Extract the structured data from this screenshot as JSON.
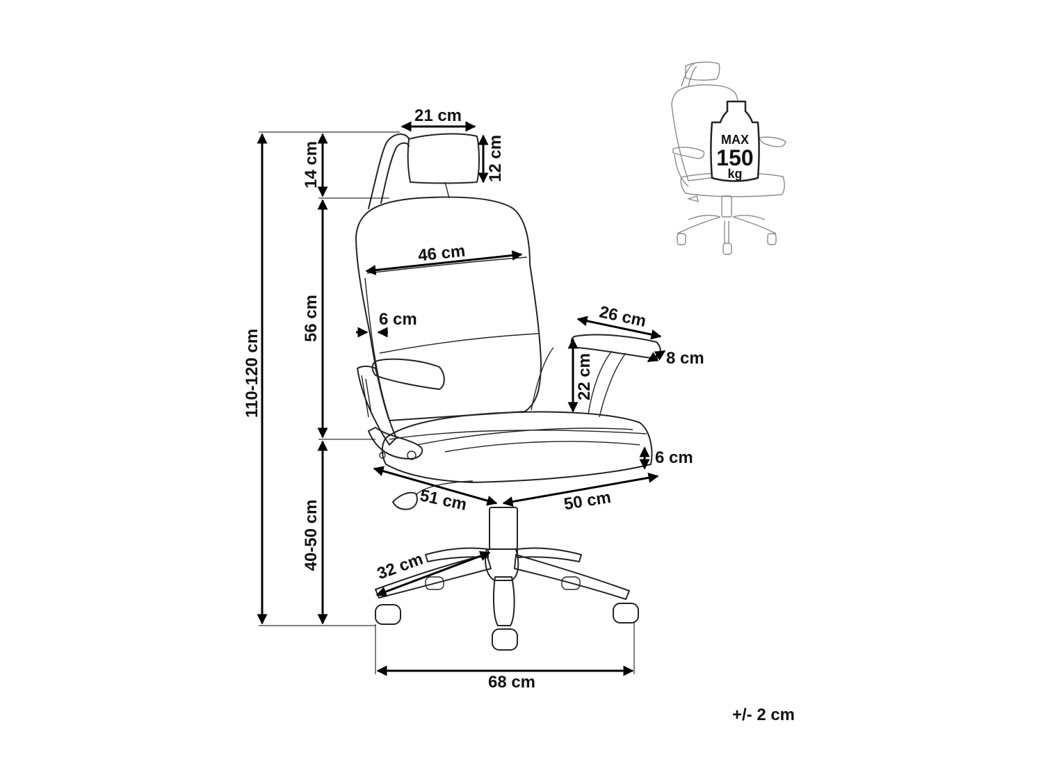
{
  "dimensions": {
    "headrest_width": "21 cm",
    "headrest_depth": "14 cm",
    "headrest_height": "12 cm",
    "backrest_width": "46 cm",
    "backrest_height": "56 cm",
    "backrest_thickness": "6 cm",
    "total_height": "110-120 cm",
    "armrest_length": "26 cm",
    "armrest_width": "8 cm",
    "armrest_height": "22 cm",
    "seat_thickness": "6 cm",
    "seat_depth": "51 cm",
    "seat_width": "50 cm",
    "seat_height": "40-50 cm",
    "base_leg_length": "32 cm",
    "base_width": "68 cm"
  },
  "tolerance": "+/- 2 cm",
  "weight_badge": {
    "line1": "MAX",
    "line2": "150",
    "line3": "kg"
  },
  "colors": {
    "line": "#222222",
    "ghost_line": "#888888",
    "text": "#111111"
  }
}
